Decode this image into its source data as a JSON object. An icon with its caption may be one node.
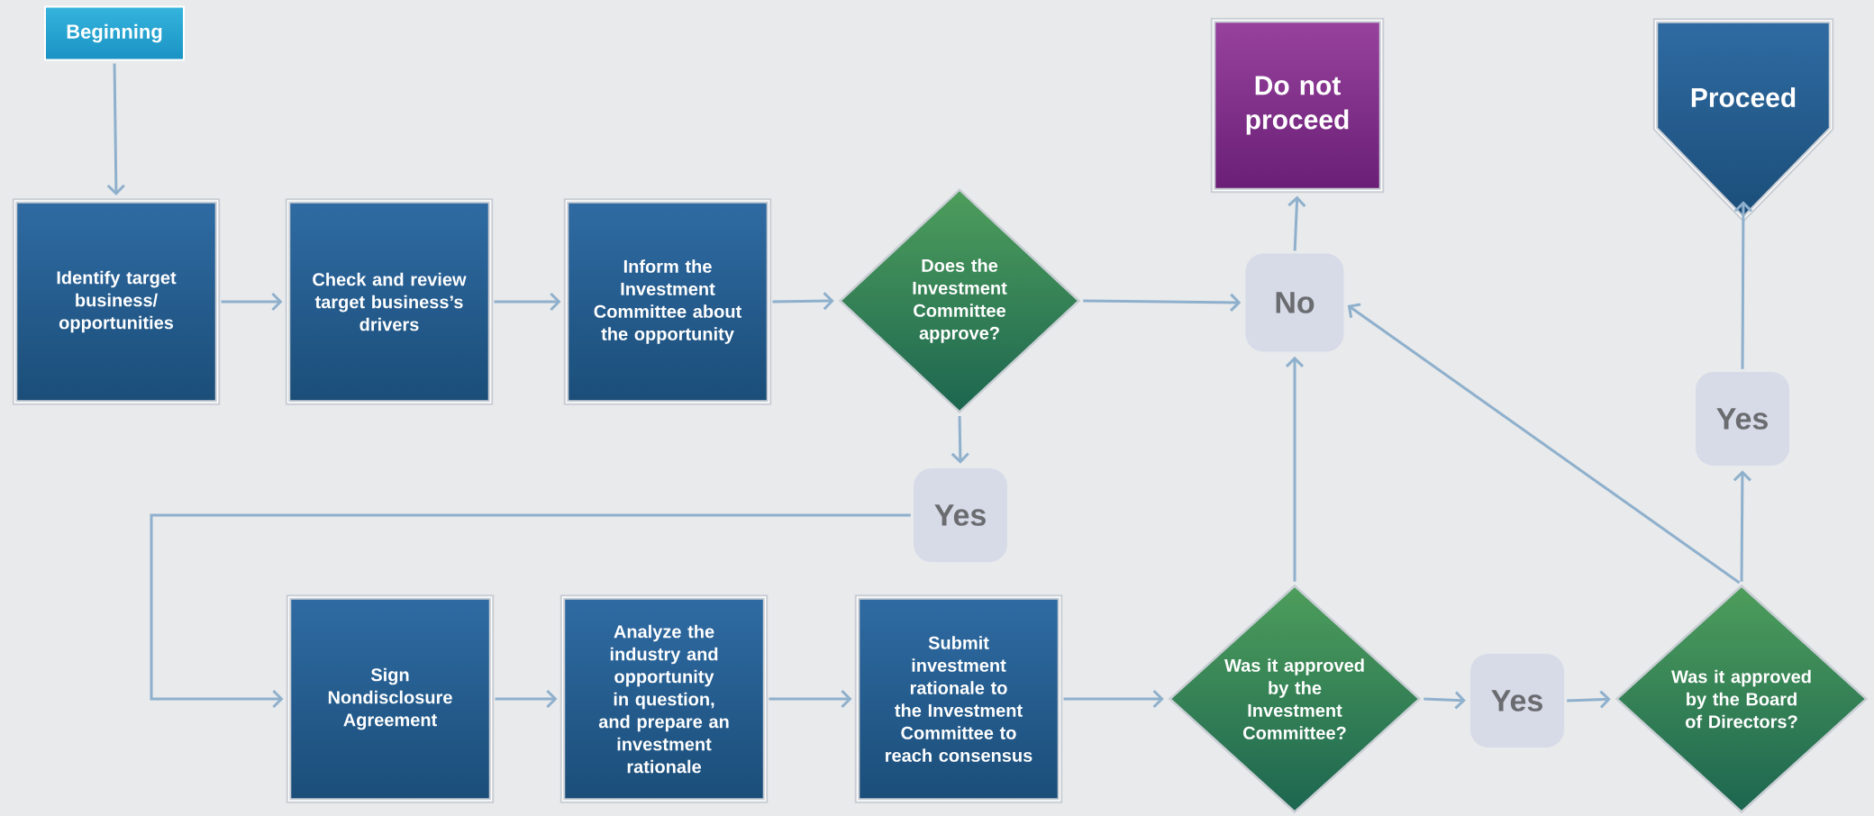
{
  "diagram": {
    "nodes": [
      {
        "text": [
          "Beginning"
        ]
      },
      {
        "text": [
          "Identify target business/ opportunities"
        ]
      },
      {
        "text": [
          "Check and review target business’s drivers"
        ]
      },
      {
        "text": [
          "Inform the Investment Committee about the opportunity"
        ]
      },
      {
        "text": [
          "Does the Investment Committee approve?"
        ]
      },
      {
        "text": [
          "No"
        ]
      },
      {
        "text": [
          "Do not proceed"
        ]
      },
      {
        "text": [
          "Proceed"
        ]
      },
      {
        "text": [
          "Yes"
        ]
      },
      {
        "text": [
          "Yes"
        ]
      },
      {
        "text": [
          "Sign Nondisclosure Agreement"
        ]
      },
      {
        "text": [
          "Analyze the industry and opportunity in question, and prepare an investment rationale"
        ]
      },
      {
        "text": [
          "Submit investment rationale to the Investment Committee to reach consensus"
        ]
      },
      {
        "text": [
          "Was it approved by the Investment Committee?"
        ]
      },
      {
        "text": [
          "Yes"
        ]
      },
      {
        "text": [
          "Was it approved by the Board of Directors?"
        ]
      }
    ],
    "edges": [
      {
        "from": 0,
        "to": 1,
        "arrow": "to"
      },
      {
        "from": 1,
        "to": 2,
        "arrow": "to"
      },
      {
        "from": 2,
        "to": 3,
        "arrow": "to"
      },
      {
        "from": 3,
        "to": 4,
        "arrow": "to"
      },
      {
        "from": 4,
        "to": 5,
        "arrow": "to"
      },
      {
        "from": 5,
        "to": 6,
        "arrow": "to"
      },
      {
        "from": 4,
        "to": 9,
        "arrow": "to"
      },
      {
        "from": 9,
        "to": 10,
        "arrow": "to"
      },
      {
        "from": 10,
        "to": 11,
        "arrow": "to"
      },
      {
        "from": 11,
        "to": 12,
        "arrow": "to"
      },
      {
        "from": 12,
        "to": 13,
        "arrow": "to"
      },
      {
        "from": 13,
        "to": 5,
        "arrow": "to"
      },
      {
        "from": 13,
        "to": 14,
        "arrow": "to"
      },
      {
        "from": 14,
        "to": 15,
        "arrow": "to"
      },
      {
        "from": 15,
        "to": 5,
        "arrow": "to"
      },
      {
        "from": 15,
        "to": 8,
        "arrow": "to"
      },
      {
        "from": 8,
        "to": 7,
        "arrow": "to"
      }
    ]
  }
}
